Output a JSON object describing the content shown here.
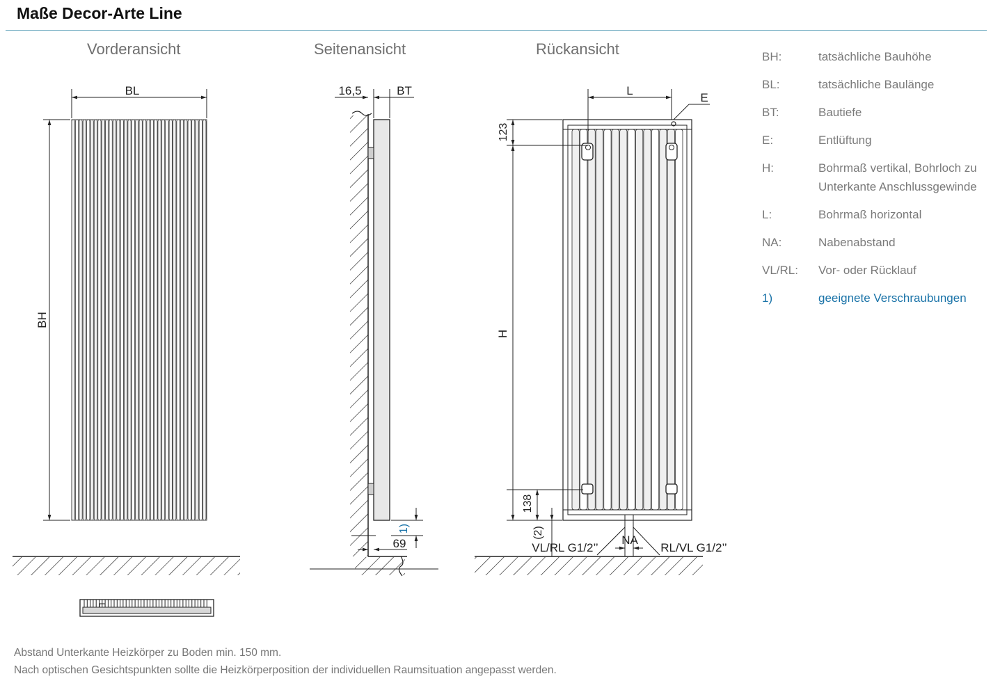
{
  "title": "Maße Decor-Arte Line",
  "views": {
    "front": "Vorderansicht",
    "side": "Seitenansicht",
    "back": "Rückansicht"
  },
  "dims": {
    "bl": "BL",
    "bh": "BH",
    "side_offset": "16,5",
    "bt": "BT",
    "footnote_mark": "1)",
    "side_bottom": "69",
    "l": "L",
    "e": "E",
    "top_offset": "123",
    "h": "H",
    "bottom_offset": "138",
    "two": "(2)",
    "vl_rl": "VL/RL G1/2’’",
    "na": "NA",
    "rl_vl": "RL/VL G1/2’’"
  },
  "legend": [
    {
      "key": "BH:",
      "value": "tatsächliche Bauhöhe"
    },
    {
      "key": "BL:",
      "value": "tatsächliche Baulänge"
    },
    {
      "key": "BT:",
      "value": "Bautiefe"
    },
    {
      "key": "E:",
      "value": "Entlüftung"
    },
    {
      "key": "H:",
      "value": "Bohrmaß vertikal, Bohrloch zu Unterkante Anschlussgewinde"
    },
    {
      "key": "L:",
      "value": "Bohrmaß horizontal"
    },
    {
      "key": "NA:",
      "value": "Nabenabstand"
    },
    {
      "key": "VL/RL:",
      "value": "Vor- oder Rücklauf"
    },
    {
      "key": "1)",
      "value": "geeignete Verschraubungen",
      "accent": true
    }
  ],
  "notes": [
    "Abstand Unterkante Heizkörper zu Boden min. 150 mm.",
    "Nach optischen Gesichtspunkten sollte die Heizkörperposition der individuellen Raumsituation angepasst werden."
  ],
  "colors": {
    "accent": "#1a73a8",
    "rule": "#6aa8be",
    "line": "#222222",
    "panel": "#cccccc"
  }
}
